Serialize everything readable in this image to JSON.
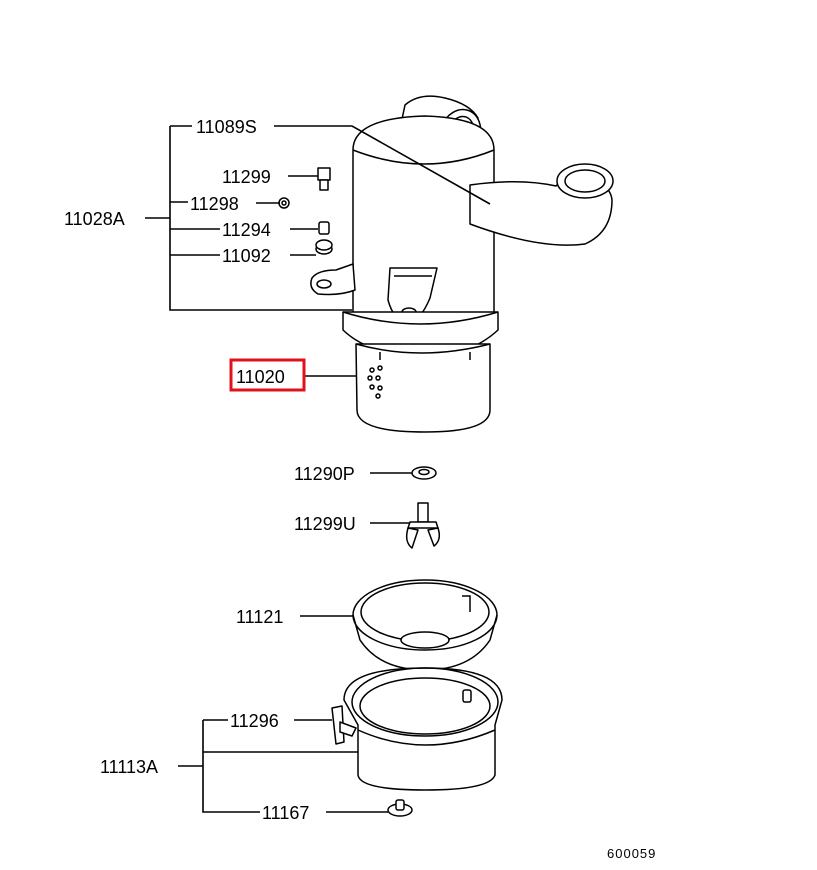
{
  "diagram": {
    "callouts": [
      {
        "id": "c11089s",
        "label": "11089S"
      },
      {
        "id": "c11299",
        "label": "11299"
      },
      {
        "id": "c11298",
        "label": "11298"
      },
      {
        "id": "c11028a",
        "label": "11028A"
      },
      {
        "id": "c11294",
        "label": "11294"
      },
      {
        "id": "c11092",
        "label": "11092"
      },
      {
        "id": "c11020",
        "label": "11020",
        "highlighted": true
      },
      {
        "id": "c11290p",
        "label": "11290P"
      },
      {
        "id": "c11299u",
        "label": "11299U"
      },
      {
        "id": "c11121",
        "label": "11121"
      },
      {
        "id": "c11296",
        "label": "11296"
      },
      {
        "id": "c11113a",
        "label": "11113A"
      },
      {
        "id": "c11167",
        "label": "11167"
      }
    ],
    "drawing_number": "600059",
    "highlight_color": "#e0111a"
  }
}
